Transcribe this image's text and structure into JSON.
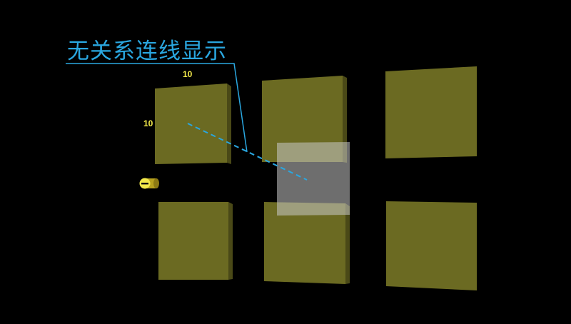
{
  "scene": {
    "callout": {
      "title": "无关系连线显示"
    },
    "dimensions": {
      "top_value": "10",
      "left_value": "10"
    },
    "colors": {
      "background": "#000000",
      "panel_front": "#6b6a22",
      "panel_side": "#4a4917",
      "callout_line": "#2aa7e0",
      "label_text": "#f2e94a",
      "overlay_fill": "#c8c8c8"
    },
    "panels": [
      {
        "name": "panel-top-left"
      },
      {
        "name": "panel-top-middle"
      },
      {
        "name": "panel-top-right"
      },
      {
        "name": "panel-bottom-left"
      },
      {
        "name": "panel-bottom-middle"
      },
      {
        "name": "panel-bottom-right"
      }
    ],
    "icons": {
      "pointer_handle": "minus-cylinder-icon"
    }
  }
}
